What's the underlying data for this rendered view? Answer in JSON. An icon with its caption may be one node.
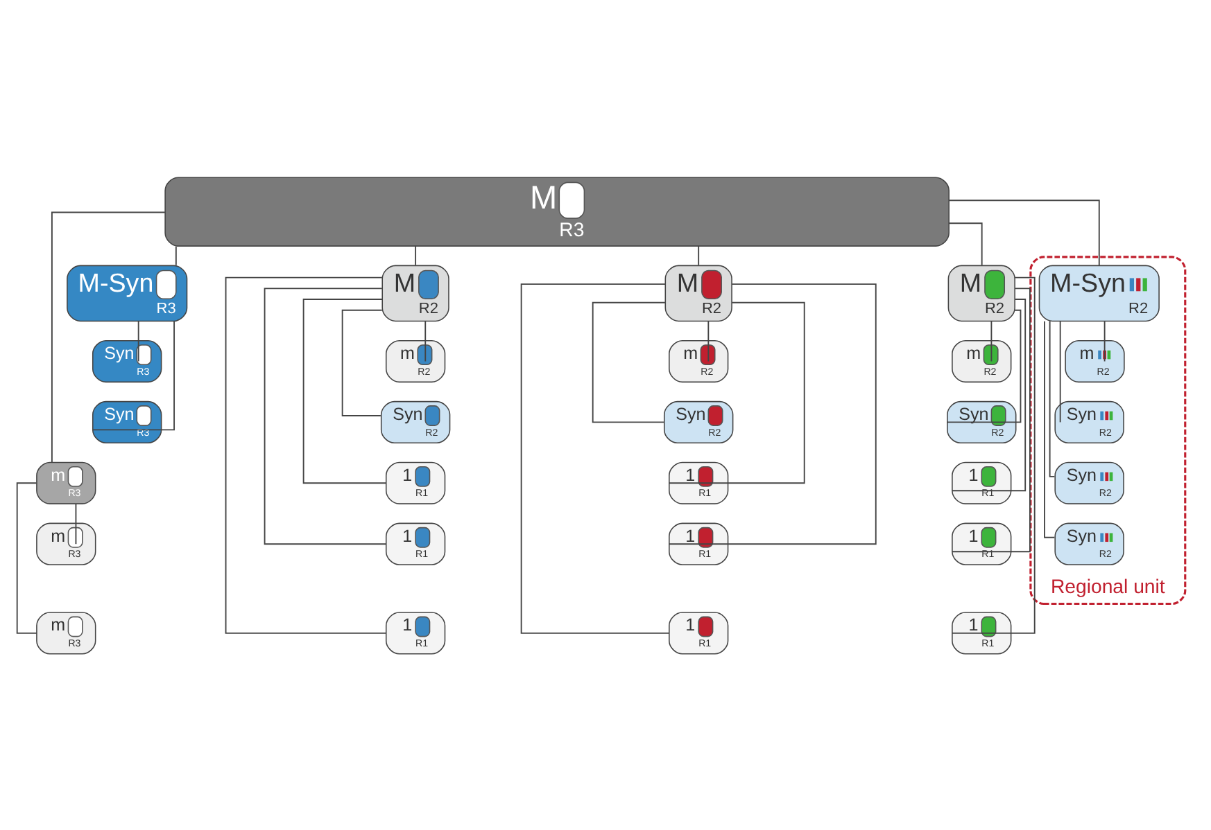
{
  "diagram": {
    "nodes": [
      {
        "text": [
          "M",
          "R3"
        ]
      },
      {
        "text": [
          "M-Syn",
          "R3"
        ]
      },
      {
        "text": [
          "M",
          "R2"
        ]
      },
      {
        "text": [
          "M",
          "R2"
        ]
      },
      {
        "text": [
          "M",
          "R2"
        ]
      },
      {
        "text": [
          "Regional unit"
        ]
      },
      {
        "text": [
          "M-Syn",
          "R2"
        ],
        "in": 5
      },
      {
        "text": [
          "Syn",
          "R3"
        ]
      },
      {
        "text": [
          "Syn",
          "R3"
        ]
      },
      {
        "text": [
          "m",
          "R3"
        ]
      },
      {
        "text": [
          "m",
          "R3"
        ]
      },
      {
        "text": [
          "m",
          "R3"
        ]
      },
      {
        "text": [
          "m",
          "R2"
        ]
      },
      {
        "text": [
          "Syn",
          "R2"
        ]
      },
      {
        "text": [
          "1",
          "R1"
        ]
      },
      {
        "text": [
          "1",
          "R1"
        ]
      },
      {
        "text": [
          "1",
          "R1"
        ]
      },
      {
        "text": [
          "m",
          "R2"
        ]
      },
      {
        "text": [
          "Syn",
          "R2"
        ]
      },
      {
        "text": [
          "1",
          "R1"
        ]
      },
      {
        "text": [
          "1",
          "R1"
        ]
      },
      {
        "text": [
          "1",
          "R1"
        ]
      },
      {
        "text": [
          "m",
          "R2"
        ]
      },
      {
        "text": [
          "Syn",
          "R2"
        ]
      },
      {
        "text": [
          "1",
          "R1"
        ]
      },
      {
        "text": [
          "1",
          "R1"
        ]
      },
      {
        "text": [
          "1",
          "R1"
        ]
      },
      {
        "text": [
          "m",
          "R2"
        ],
        "in": 5
      },
      {
        "text": [
          "Syn",
          "R2"
        ],
        "in": 5
      },
      {
        "text": [
          "Syn",
          "R2"
        ],
        "in": 5
      },
      {
        "text": [
          "Syn",
          "R2"
        ],
        "in": 5
      }
    ],
    "edges": [
      {
        "from": 0,
        "to": 1,
        "arrow": "none"
      },
      {
        "from": 0,
        "to": 2,
        "arrow": "none"
      },
      {
        "from": 0,
        "to": 3,
        "arrow": "none"
      },
      {
        "from": 0,
        "to": 4,
        "arrow": "none"
      },
      {
        "from": 0,
        "to": 6,
        "arrow": "none"
      },
      {
        "from": 0,
        "to": 9,
        "arrow": "none"
      },
      {
        "from": 1,
        "to": 7,
        "arrow": "none"
      },
      {
        "from": 1,
        "to": 8,
        "arrow": "none"
      },
      {
        "from": 9,
        "to": 10,
        "arrow": "none"
      },
      {
        "from": 9,
        "to": 11,
        "arrow": "none"
      },
      {
        "from": 2,
        "to": 12,
        "arrow": "none"
      },
      {
        "from": 2,
        "to": 13,
        "arrow": "none"
      },
      {
        "from": 2,
        "to": 14,
        "arrow": "none"
      },
      {
        "from": 2,
        "to": 15,
        "arrow": "none"
      },
      {
        "from": 2,
        "to": 16,
        "arrow": "none"
      },
      {
        "from": 3,
        "to": 17,
        "arrow": "none"
      },
      {
        "from": 3,
        "to": 18,
        "arrow": "none"
      },
      {
        "from": 3,
        "to": 19,
        "arrow": "none"
      },
      {
        "from": 3,
        "to": 20,
        "arrow": "none"
      },
      {
        "from": 3,
        "to": 21,
        "arrow": "none"
      },
      {
        "from": 4,
        "to": 22,
        "arrow": "none"
      },
      {
        "from": 4,
        "to": 23,
        "arrow": "none"
      },
      {
        "from": 4,
        "to": 24,
        "arrow": "none"
      },
      {
        "from": 4,
        "to": 25,
        "arrow": "none"
      },
      {
        "from": 4,
        "to": 26,
        "arrow": "none"
      },
      {
        "from": 6,
        "to": 27,
        "arrow": "none"
      },
      {
        "from": 6,
        "to": 28,
        "arrow": "none"
      },
      {
        "from": 6,
        "to": 29,
        "arrow": "none"
      },
      {
        "from": 6,
        "to": 30,
        "arrow": "none"
      }
    ]
  }
}
